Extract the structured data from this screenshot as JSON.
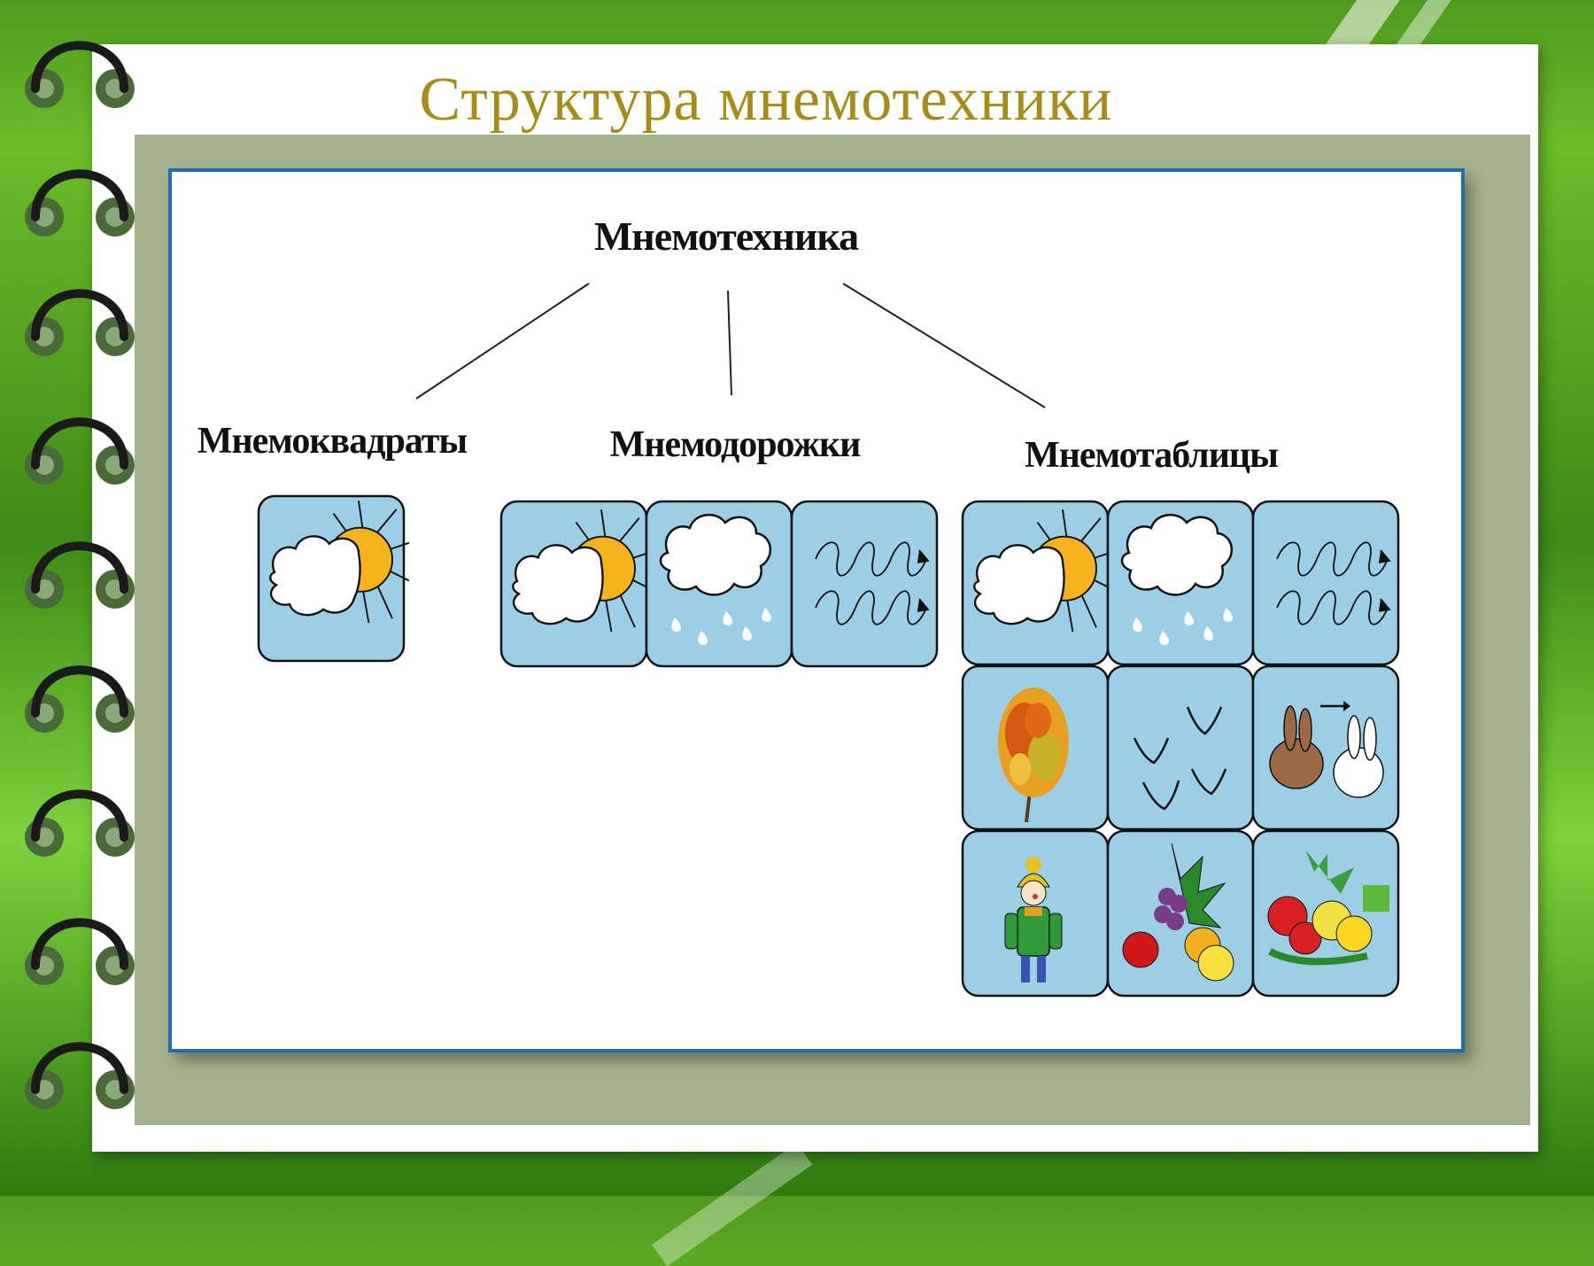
{
  "slide": {
    "title": "Структура мнемотехники"
  },
  "diagram": {
    "root": "Мнемотехника",
    "branches": [
      {
        "label": "Мнемоквадраты"
      },
      {
        "label": "Мнемодорожки"
      },
      {
        "label": "Мнемотаблицы"
      }
    ]
  },
  "cards": {
    "mnemosquare": [
      "cloud-sun-icon"
    ],
    "mnemotrack": [
      "cloud-sun-icon",
      "rain-cloud-icon",
      "wind-icon"
    ],
    "mnemotable": [
      [
        "cloud-sun-icon",
        "rain-cloud-icon",
        "wind-icon"
      ],
      [
        "autumn-tree-icon",
        "birds-icon",
        "hare-change-icon"
      ],
      [
        "child-in-coat-icon",
        "fruits-icon",
        "vegetables-icon"
      ]
    ]
  },
  "colors": {
    "card_fill": "#9ccfe6",
    "sun": "#f5b21a",
    "title": "#a88c1a",
    "panel_border": "#1f6fb0"
  }
}
